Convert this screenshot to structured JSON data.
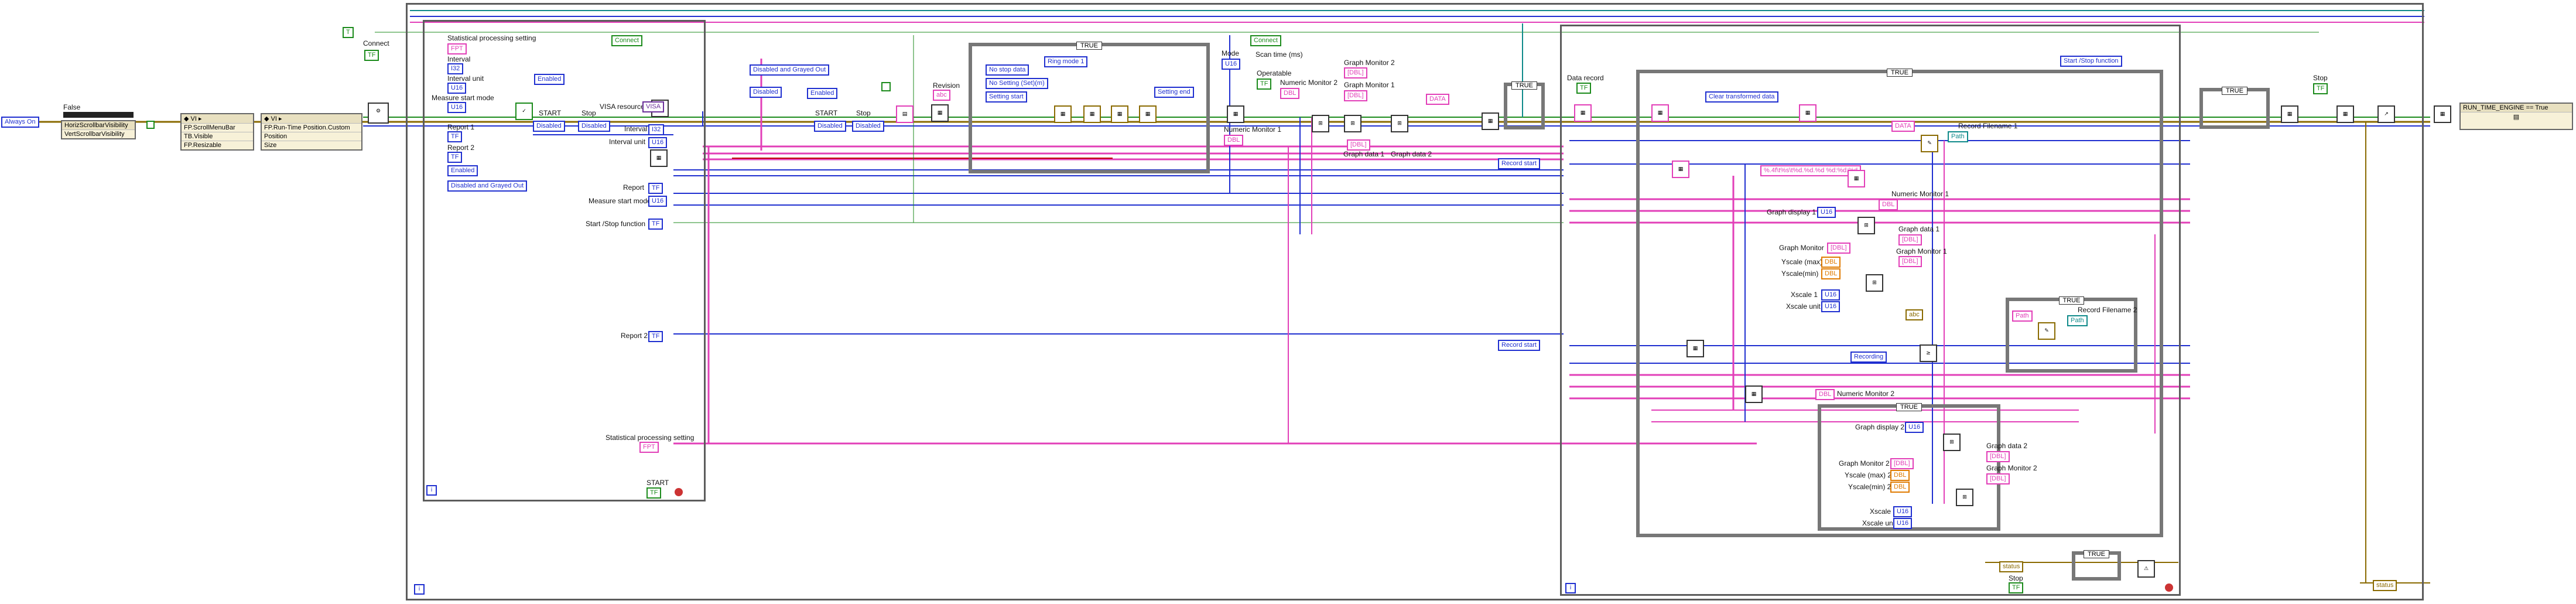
{
  "left": {
    "constant_always_on": "Always On",
    "constant_false": "False",
    "props_scroll": [
      "HorizScrollbarVisibility",
      "VertScrollbarVisibility"
    ],
    "pane_props": [
      "FP.ScrollMenuBar",
      "TB.Visible",
      "FP.Resizable"
    ],
    "window_props": [
      "FP.Run-Time Position.Custom",
      "Position",
      "Size"
    ],
    "connect_label": "Connect",
    "connect_const": "TF"
  },
  "stat_loop": {
    "labels": {
      "stat_setting": "Statistical processing setting",
      "interval": "Interval",
      "interval_unit": "Interval unit",
      "measure_start_mode": "Measure start mode",
      "report1": "Report 1",
      "report2": "Report 2",
      "start": "START",
      "stop": "Stop",
      "visa": "VISA resource",
      "interval_r": "Interval",
      "interval_unit_r": "Interval unit",
      "report": "Report",
      "measure_start_mode_r": "Measure start mode",
      "start_stop_fn": "Start /Stop function",
      "report2_r": "Report 2",
      "stat_setting_r": "Statistical processing setting",
      "start_bottom": "START"
    },
    "constants": {
      "connect": "Connect",
      "enabled": "Enabled",
      "disabled": "Disabled",
      "disabled_grayed": "Disabled and Grayed Out",
      "enabled2": "Enabled",
      "disabled_grayed2": "Disabled and Grayed Out"
    },
    "indicators": {
      "stat_setting": "FPT",
      "interval": "I32",
      "measure_start_mode": "U16",
      "report1": "TF",
      "report2": "TF",
      "visa": "VISA",
      "interval_r": "I32",
      "interval_unit_r": "U16",
      "report": "TF",
      "measure_start_mode_r": "U16",
      "start_stop_fn": "TF",
      "report2_r": "TF",
      "stat_setting_r": "FPT",
      "start_bottom": "TF"
    },
    "iteration": "i"
  },
  "middle": {
    "enable_consts": [
      "Disabled and Grayed Out",
      "Disabled",
      "Enabled",
      "Disabled"
    ],
    "start_label": "START",
    "stop_label": "Stop",
    "revision_label": "Revision",
    "case_true": "TRUE",
    "case_items": [
      "No stop data",
      "No Setting (Set)(m)",
      "Setting start",
      "Ring mode 1",
      "Setting end"
    ],
    "mode_label": "Mode",
    "scan_time_label": "Scan time (ms)",
    "connect2": "Connect",
    "operatable_label": "Operatable",
    "numeric_monitor2": "Numeric Monitor 2",
    "numeric_monitor1": "Numeric Monitor 1",
    "graph_monitor2": "Graph Monitor 2",
    "graph_monitor1": "Graph Monitor 1",
    "graph_data1": "Graph data 1",
    "graph_data2": "Graph data 2",
    "data": "DATA"
  },
  "record_loop": {
    "data_record": "Data record",
    "case_true": "TRUE",
    "clear_transformed": "Clear transformed data",
    "record_start": "Record start",
    "record_start2": "Record start",
    "data": "DATA",
    "record_filename1": "Record Filename 1",
    "format_string": "%.4f\\t%s\\t%d.%d.%d %d:%d:%d",
    "numeric_monitor1": "Numeric Monitor 1",
    "graph_display1": "Graph display 1",
    "graph_data1": "Graph data 1",
    "graph_monitor1": "Graph Monitor 1",
    "graph_monitor": "Graph Monitor",
    "yscale_max": "Yscale (max)",
    "yscale_min": "Yscale(min)",
    "xscale": "Xscale 1",
    "xscale_unit": "Xscale unit",
    "recording": "Recording",
    "path": "Path",
    "record_filename2": "Record Filename 2",
    "numeric_monitor2": "Numeric Monitor 2",
    "graph_display2": "Graph display 2",
    "graph_monitor2": "Graph Monitor 2",
    "yscale_max2": "Yscale (max) 2",
    "yscale_min2": "Yscale(min) 2",
    "graph_data2": "Graph data 2",
    "graph_monitor2b": "Graph Monitor 2",
    "xscale2": "Xscale",
    "xscale_unit2": "Xscale unit",
    "status": "status",
    "stop": "Stop",
    "iteration": "i"
  },
  "right": {
    "start_stop_fn": "Start /Stop function",
    "stop_label": "Stop",
    "status": "status",
    "property": "RUN_TIME_ENGINE == True"
  },
  "colors": {
    "wire_blue": "#1f2fd0",
    "wire_pink": "#e23fb8",
    "wire_green": "#1c8b1c",
    "wire_brown": "#8a6a00",
    "wire_orange": "#e07b00",
    "wire_teal": "#0f8a8a"
  }
}
